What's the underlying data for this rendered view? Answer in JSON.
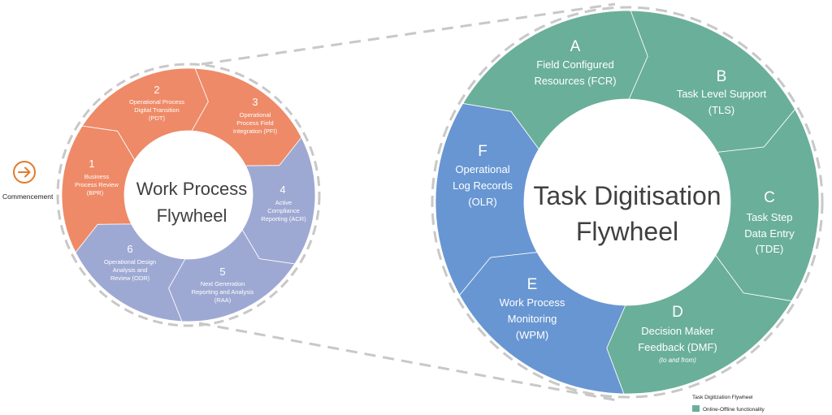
{
  "start": {
    "label": "Commencement",
    "icon": "arrow-right-circle-icon"
  },
  "left_wheel": {
    "title_line1": "Work Process",
    "title_line2": "Flywheel",
    "segments": [
      {
        "num": "1",
        "l1": "Business",
        "l2": "Process Review",
        "l3": "(BPR)",
        "color": "#ee8a67"
      },
      {
        "num": "2",
        "l1": "Operational Process",
        "l2": "Digital Transition",
        "l3": "(PDT)",
        "color": "#ee8a67"
      },
      {
        "num": "3",
        "l1": "Operational",
        "l2": "Process Field",
        "l3": "Integration (PFI)",
        "color": "#ee8a67"
      },
      {
        "num": "4",
        "l1": "Active",
        "l2": "Compliance",
        "l3": "Reporting (ACR)",
        "color": "#9ea9d3"
      },
      {
        "num": "5",
        "l1": "Next Generation",
        "l2": "Reporting and Analysis",
        "l3": "(RAA)",
        "color": "#9ea9d3"
      },
      {
        "num": "6",
        "l1": "Operational Design",
        "l2": "Analysis and",
        "l3": "Review (ODR)",
        "color": "#9ea9d3"
      }
    ]
  },
  "right_wheel": {
    "title_line1": "Task Digitisation",
    "title_line2": "Flywheel",
    "segments": [
      {
        "letter": "A",
        "l1": "Field Configured",
        "l2": "Resources (FCR)",
        "color": "#6aaf99"
      },
      {
        "letter": "B",
        "l1": "Task Level Support",
        "l2": "(TLS)",
        "color": "#6aaf99"
      },
      {
        "letter": "C",
        "l1": "Task Step",
        "l2": "Data Entry",
        "l3": "(TDE)",
        "color": "#6aaf99"
      },
      {
        "letter": "D",
        "l1": "Decision Maker",
        "l2": "Feedback (DMF)",
        "note": "(to and from)",
        "color": "#6aaf99"
      },
      {
        "letter": "E",
        "l1": "Work Process",
        "l2": "Monitoring",
        "l3": "(WPM)",
        "color": "#6896d2"
      },
      {
        "letter": "F",
        "l1": "Operational",
        "l2": "Log Records",
        "l3": "(OLR)",
        "color": "#6896d2"
      }
    ]
  },
  "legend": {
    "title": "Task Digitization Flywheel",
    "item": "Online-Offline functionality",
    "swatch_color": "#6aaf99"
  },
  "colors": {
    "dash": "#c8c8c8",
    "start": "#e07b2e"
  }
}
